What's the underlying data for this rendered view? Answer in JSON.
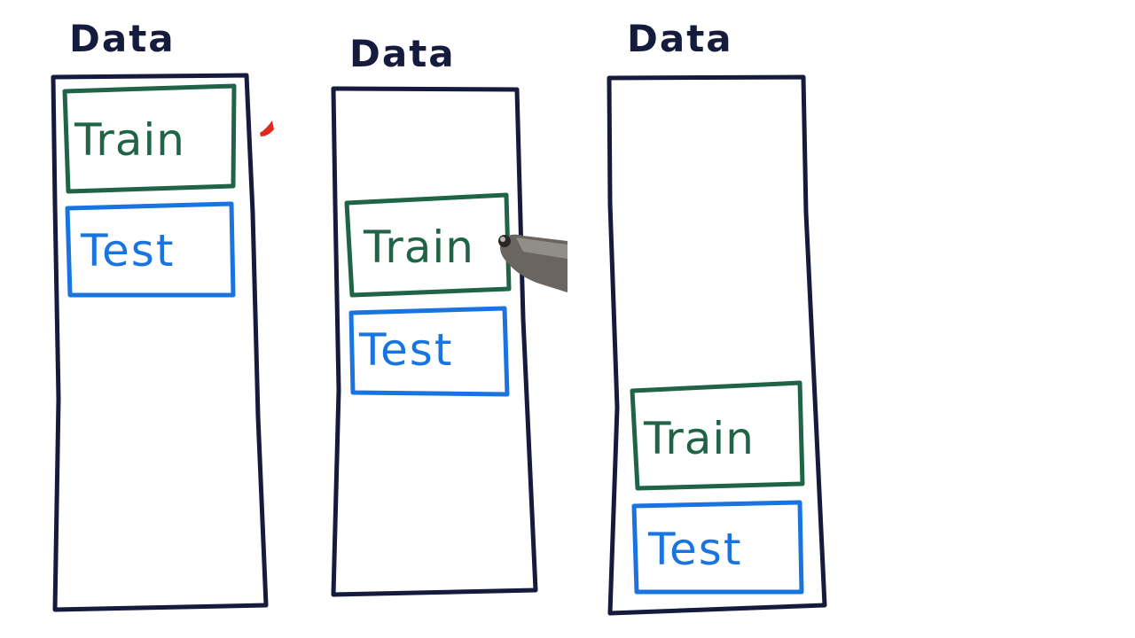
{
  "panels": [
    {
      "title": "Data",
      "train_label": "Train",
      "test_label": "Test"
    },
    {
      "title": "Data",
      "train_label": "Train",
      "test_label": "Test"
    },
    {
      "title": "Data",
      "train_label": "Train",
      "test_label": "Test"
    }
  ],
  "colors": {
    "data_outline": "#141b3d",
    "train": "#1f6446",
    "test": "#1a74e0",
    "red_mark": "#e0281c",
    "pen_body": "#6a6560"
  },
  "icons": [
    "pen-icon"
  ]
}
